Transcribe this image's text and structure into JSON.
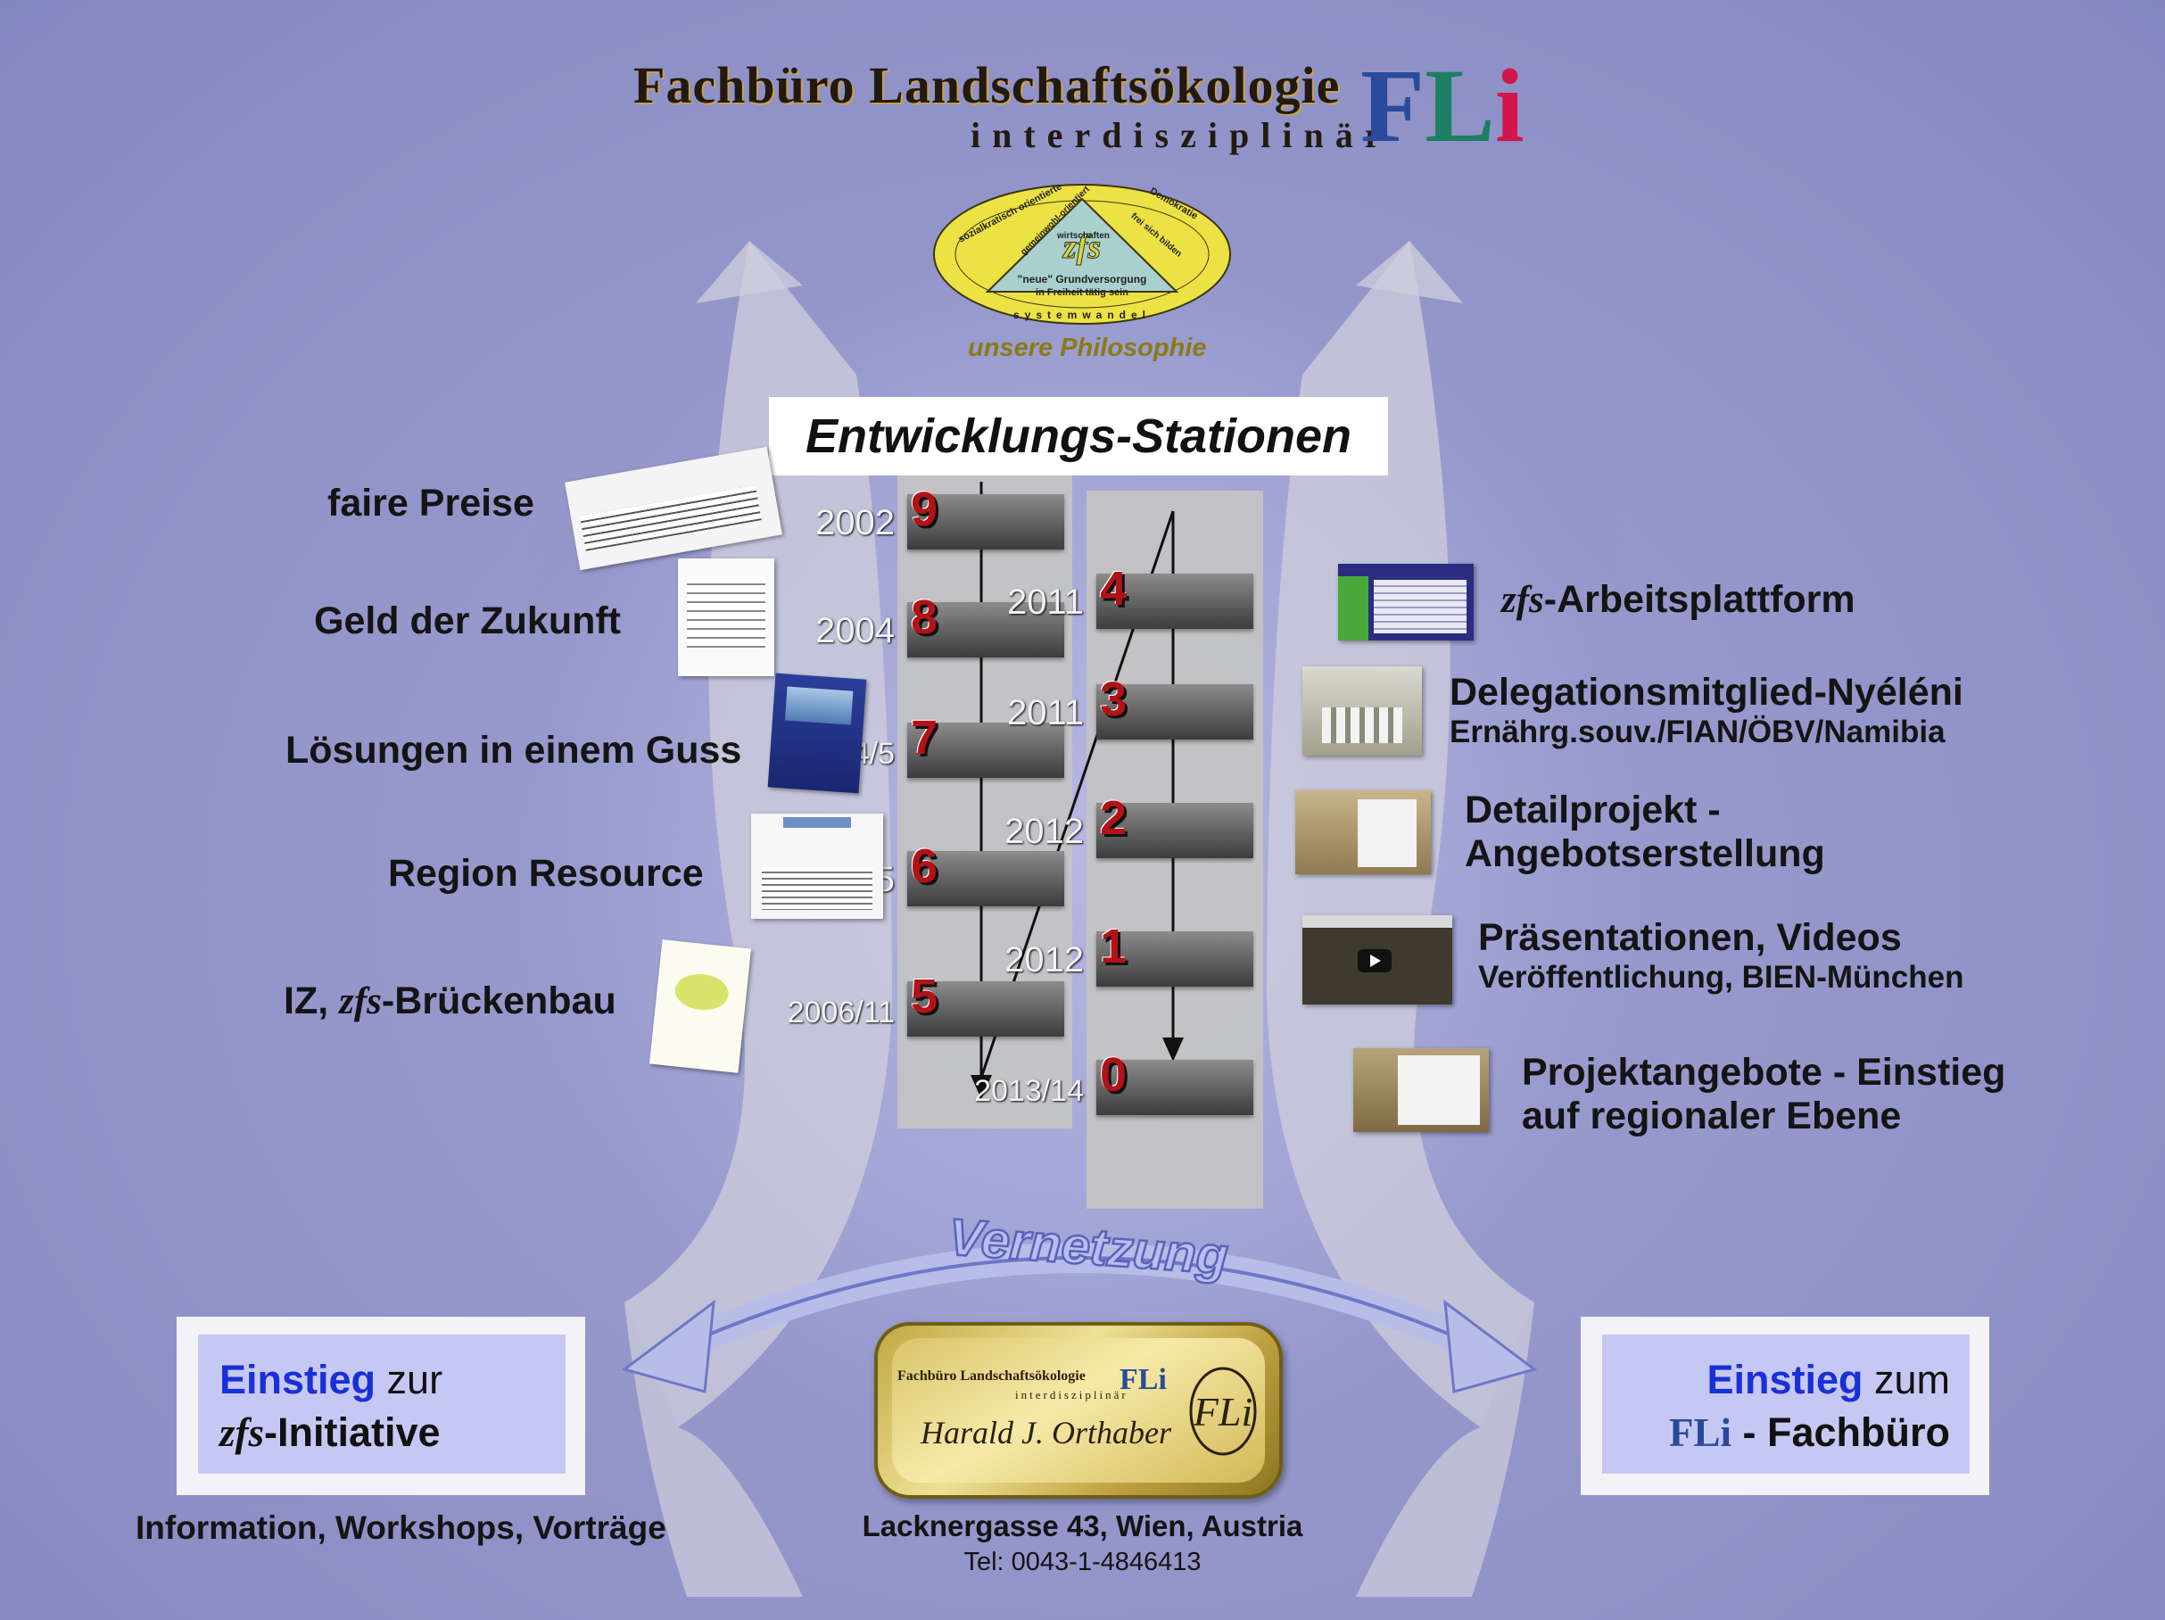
{
  "header": {
    "title": "Fachbüro Landschaftsökologie",
    "subtitle": "interdisziplinär",
    "logo": {
      "f": "F",
      "l": "L",
      "i": "i"
    }
  },
  "seal": {
    "center": "zfs",
    "line1": "gemeinwohl-orientiert",
    "line2": "wirtschaften",
    "line3": "\"neue\" Grundversorgung",
    "line4": "in Freiheit tätig sein",
    "ring_left": "sozialkratisch orientierte",
    "ring_right": "Demokratie",
    "ring_bottom": "systemwandel",
    "right_side": "frei sich bilden"
  },
  "philosophy": "unsere Philosophie",
  "timeline": {
    "title": "Entwicklungs-Stationen",
    "left_column": [
      {
        "num": "9",
        "year": "2002"
      },
      {
        "num": "8",
        "year": "2004"
      },
      {
        "num": "7",
        "year": "2004/5"
      },
      {
        "num": "6",
        "year": "2005"
      },
      {
        "num": "5",
        "year": "2006/11"
      }
    ],
    "right_column": [
      {
        "num": "4",
        "year": "2011"
      },
      {
        "num": "3",
        "year": "2011"
      },
      {
        "num": "2",
        "year": "2012"
      },
      {
        "num": "1",
        "year": "2012"
      },
      {
        "num": "0",
        "year": "2013/14"
      }
    ]
  },
  "left_items": [
    {
      "label": "faire Preise"
    },
    {
      "label": "Geld der Zukunft"
    },
    {
      "label": "Lösungen in einem Guss"
    },
    {
      "label": "Region Resource"
    },
    {
      "label_prefix": "IZ, ",
      "label_em": "zfs",
      "label_suffix": "-Brückenbau"
    }
  ],
  "right_items": [
    {
      "label_em": "zfs",
      "label_suffix": "-Arbeitsplattform"
    },
    {
      "label": "Delegationsmitglied-Nyéléni",
      "sub": "Ernährg.souv./FIAN/ÖBV/Namibia"
    },
    {
      "label": "Detailprojekt -",
      "label2": "Angebotserstellung"
    },
    {
      "label": "Präsentationen, Videos",
      "sub": "Veröffentlichung, BIEN-München"
    },
    {
      "label": "Projektangebote - Einstieg",
      "label2": "auf regionaler Ebene"
    }
  ],
  "vernetzung": "Vernetzung",
  "entry_left": {
    "word1": "Einstieg",
    "word2": " zur",
    "em": "zfs",
    "suffix": "-Initiative",
    "caption": "Information, Workshops, Vorträge"
  },
  "entry_right": {
    "word1": "Einstieg",
    "word2": " zum",
    "logo": "FLi",
    "suffix": " - Fachbüro"
  },
  "plaque": {
    "title": "Fachbüro Landschaftsökologie",
    "subtitle": "interdisziplinär",
    "logo": "FLi",
    "name": "Harald J. Orthaber",
    "monogram": "FLi"
  },
  "address": "Lacknergasse 43, Wien, Austria",
  "tel": "Tel: 0043-1-4846413",
  "colors": {
    "blue": "#1a2fd6",
    "logo_f": "#2a4a9a",
    "logo_l": "#1c7f63",
    "logo_i": "#d3154a"
  }
}
